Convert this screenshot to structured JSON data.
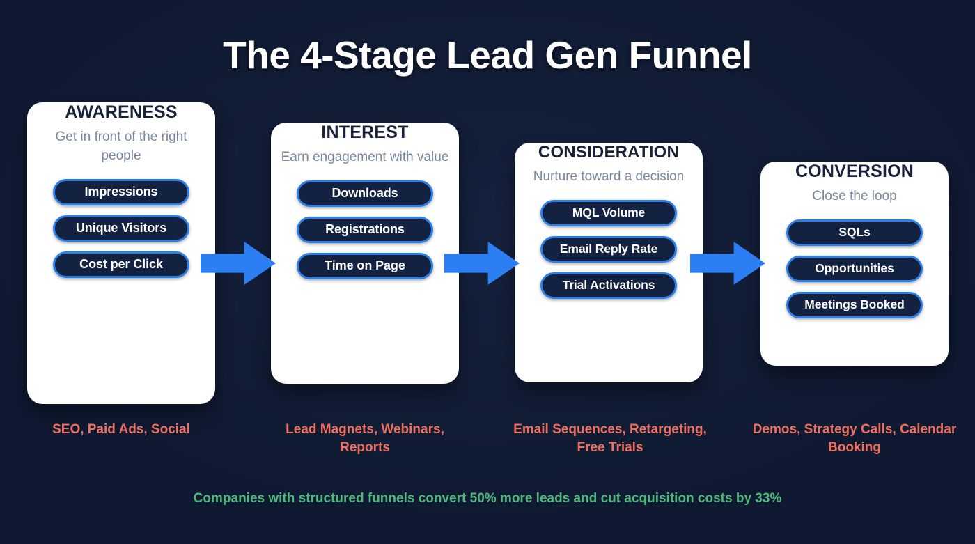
{
  "title": "The 4-Stage Lead Gen Funnel",
  "stages": [
    {
      "name": "AWARENESS",
      "subtitle": "Get in front of the right people",
      "metrics": [
        "Impressions",
        "Unique Visitors",
        "Cost per Click"
      ],
      "caption": "SEO, Paid Ads, Social"
    },
    {
      "name": "INTEREST",
      "subtitle": "Earn engagement with value",
      "metrics": [
        "Downloads",
        "Registrations",
        "Time on Page"
      ],
      "caption": "Lead Magnets, Webinars, Reports"
    },
    {
      "name": "CONSIDERATION",
      "subtitle": "Nurture toward a decision",
      "metrics": [
        "MQL Volume",
        "Email Reply Rate",
        "Trial Activations"
      ],
      "caption": "Email Sequences, Retargeting, Free Trials"
    },
    {
      "name": "CONVERSION",
      "subtitle": "Close the loop",
      "metrics": [
        "SQLs",
        "Opportunities",
        "Meetings Booked"
      ],
      "caption": "Demos, Strategy Calls, Calendar Booking"
    }
  ],
  "arrows": [
    {
      "icon": "arrow-right-icon"
    },
    {
      "icon": "arrow-right-icon"
    },
    {
      "icon": "arrow-right-icon"
    }
  ],
  "footer_note": "Companies with structured funnels convert 50% more leads and cut acquisition costs by 33%",
  "colors": {
    "background": "#111d38",
    "card": "#ffffff",
    "heading": "#18203a",
    "subtitle": "#79869b",
    "pill_fill": "#132240",
    "pill_border": "#2b7fe8",
    "arrow": "#2b7ff2",
    "caption": "#ef6f5e",
    "footer": "#4cb87a",
    "title": "#ffffff"
  }
}
